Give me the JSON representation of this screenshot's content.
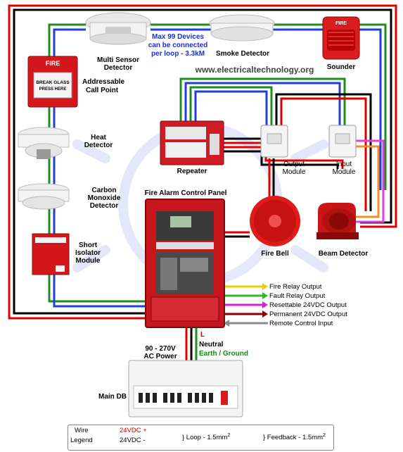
{
  "website": "www.electricaltechnology.org",
  "loop_note": [
    "Max 99 Devices",
    "can be connected",
    "per loop - 3.3kM"
  ],
  "devices": {
    "multi_sensor": [
      "Multi Sensor",
      "Detector"
    ],
    "smoke_detector": "Smoke Detector",
    "sounder": "Sounder",
    "call_point": [
      "Addressable",
      "Call Point"
    ],
    "call_point_glass": [
      "FIRE",
      "BREAK GLASS",
      "PRESS HERE"
    ],
    "sounder_label": "FIRE",
    "heat_detector": [
      "Heat",
      "Detector"
    ],
    "co_detector": [
      "Carbon",
      "Monoxide",
      "Detector"
    ],
    "short_isolator": [
      "Short",
      "Isolator",
      "Module"
    ],
    "repeater": "Repeater",
    "output_module": [
      "Output",
      "Module"
    ],
    "input_module": [
      "Input",
      "Module"
    ],
    "panel": "Fire Alarm Control Panel",
    "fire_bell": "Fire Bell",
    "beam_detector": "Beam Detector",
    "main_db": "Main DB"
  },
  "outputs": [
    {
      "label": "Fire Relay Output",
      "color": "#e8d100"
    },
    {
      "label": "Fault Relay Output",
      "color": "#2eb82e"
    },
    {
      "label": "Resettable 24VDC Output",
      "color": "#d61fd6"
    },
    {
      "label": "Permanent 24VDC Output",
      "color": "#8b0000"
    },
    {
      "label": "Remote Control Input",
      "color": "#8a8a8a"
    }
  ],
  "power": {
    "supply": [
      "90 - 270V",
      "AC Power"
    ],
    "line": "L",
    "neutral": "Neutral",
    "earth": "Earth / Ground"
  },
  "legend": {
    "title": [
      "Wire",
      "Legend"
    ],
    "v24_pos": "24VDC +",
    "v24_neg": "24VDC -",
    "loop": "} Loop - 1.5mm",
    "feedback": "} Feedback - 1.5mm",
    "sup": "2"
  },
  "colors": {
    "red_wire": "#e00000",
    "black_wire": "#000000",
    "green_wire": "#1e8f1e",
    "blue_wire": "#1f3fd4",
    "pink_wire": "#e040e0",
    "orange_wire": "#f0902a",
    "panel_red": "#c8161d"
  }
}
